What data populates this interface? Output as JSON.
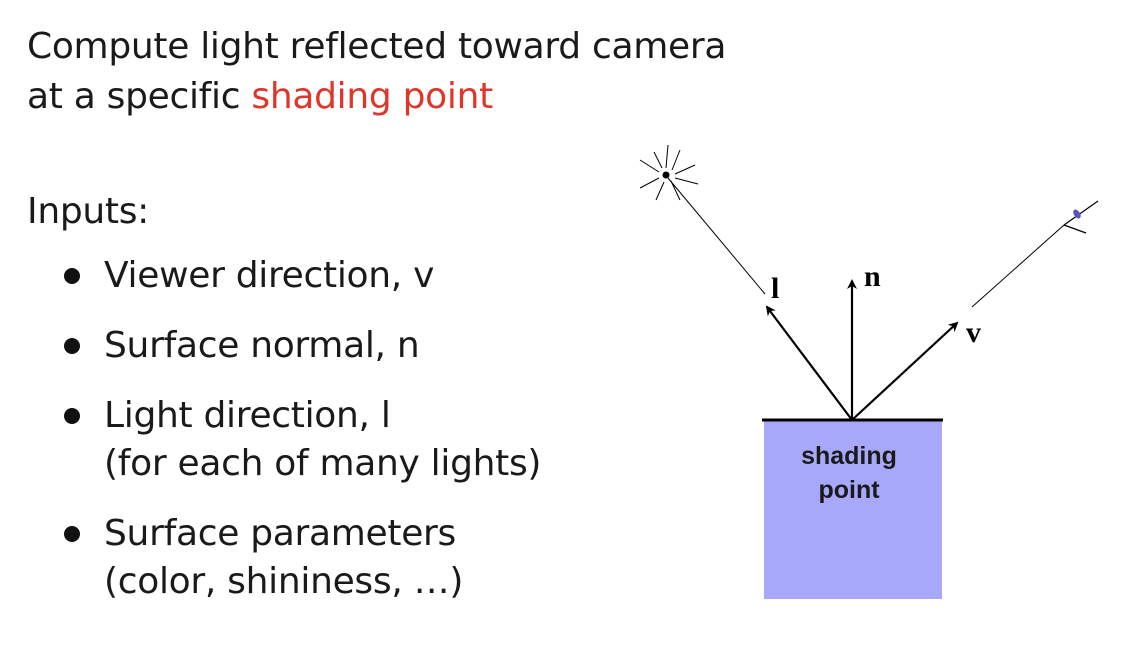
{
  "heading": {
    "line1": "Compute light reflected toward camera",
    "line2_prefix": "at a specific ",
    "line2_highlight": "shading point"
  },
  "inputs": {
    "label": "Inputs:",
    "items": [
      {
        "text": "Viewer direction, v",
        "sub": ""
      },
      {
        "text": "Surface normal, n",
        "sub": ""
      },
      {
        "text": "Light direction, l",
        "sub": "(for each of many lights)"
      },
      {
        "text": "Surface parameters",
        "sub": "(color, shininess, …)"
      }
    ]
  },
  "diagram": {
    "box_label_line1": "shading",
    "box_label_line2": "point",
    "vector_l": "l",
    "vector_n": "n",
    "vector_v": "v",
    "colors": {
      "box_fill": "#a8a8fb",
      "highlight": "#e0352b",
      "eye_accent": "#5a55b8"
    },
    "icons": [
      "light-source-icon",
      "eye-icon"
    ]
  }
}
